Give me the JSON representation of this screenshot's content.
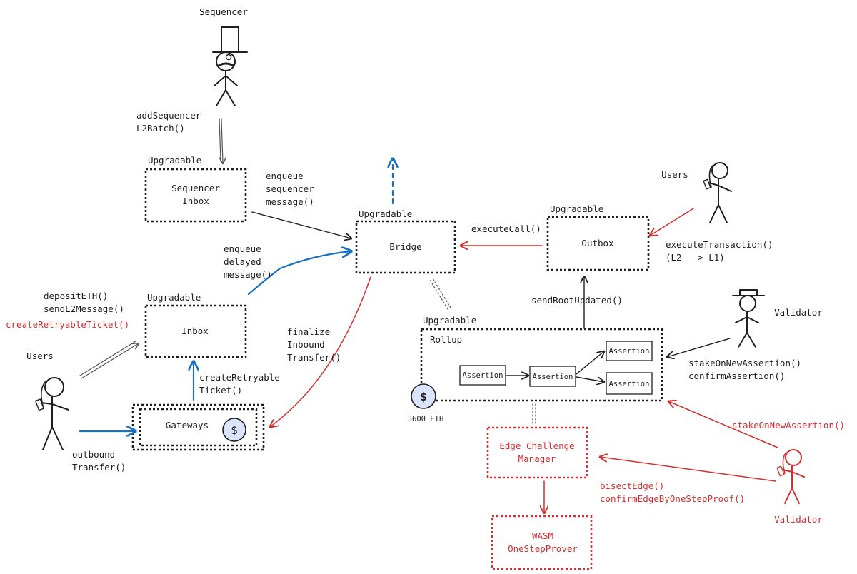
{
  "actors": {
    "sequencer": "Sequencer",
    "users_top_right": "Users",
    "validator_right": "Validator",
    "users_left": "Users",
    "validator_bottom": "Validator"
  },
  "boxes": {
    "sequencer_inbox_tag": "Upgradable",
    "sequencer_inbox_line1": "Sequencer",
    "sequencer_inbox_line2": "Inbox",
    "inbox_tag": "Upgradable",
    "inbox": "Inbox",
    "gateways": "Gateways",
    "bridge_tag": "Upgradable",
    "bridge": "Bridge",
    "outbox_tag": "Upgradable",
    "outbox": "Outbox",
    "rollup_tag": "Upgradable",
    "rollup": "Rollup",
    "assertion_1": "Assertion",
    "assertion_2": "Assertion",
    "assertion_3": "Assertion",
    "assertion_4": "Assertion",
    "rollup_balance": "3600 ETH",
    "ecm_line1": "Edge Challenge",
    "ecm_line2": "Manager",
    "wasm_line1": "WASM",
    "wasm_line2": "OneStepProver"
  },
  "coins": {
    "symbol": "$"
  },
  "labels": {
    "add_sequencer_1": "addSequencer",
    "add_sequencer_2": "L2Batch()",
    "enqueue_seq_1": "enqueue",
    "enqueue_seq_2": "sequencer",
    "enqueue_seq_3": "message()",
    "enqueue_del_1": "enqueue",
    "enqueue_del_2": "delayed",
    "enqueue_del_3": "message()",
    "deposit_eth": "depositETH()",
    "send_l2_message": "sendL2Message()",
    "create_retryable_red": "createRetryableTicket()",
    "create_retryable_1": "createRetryable",
    "create_retryable_2": "Ticket()",
    "outbound_1": "outbound",
    "outbound_2": "Transfer()",
    "finalize_1": "finalize",
    "finalize_2": "Inbound",
    "finalize_3": "Transfer()",
    "execute_call": "executeCall()",
    "execute_tx_1": "executeTransaction()",
    "execute_tx_2": "(L2 --> L1)",
    "send_root_updated": "sendRootUpdated()",
    "stake_black_1": "stakeOnNewAssertion()",
    "stake_black_2": "confirmAssertion()",
    "stake_red": "stakeOnNewAssertion()",
    "bisect_edge": "bisectEdge()",
    "confirm_edge": "confirmEdgeByOneStepProof()"
  },
  "colors": {
    "ink": "#1e1e1e",
    "red": "#d32f2f",
    "blue": "#1971c2",
    "coin_fill": "#dbe4ff"
  },
  "icons": [
    "stick-figure-top-hat-icon",
    "stick-figure-user-phone-icon",
    "dollar-coin-icon"
  ]
}
